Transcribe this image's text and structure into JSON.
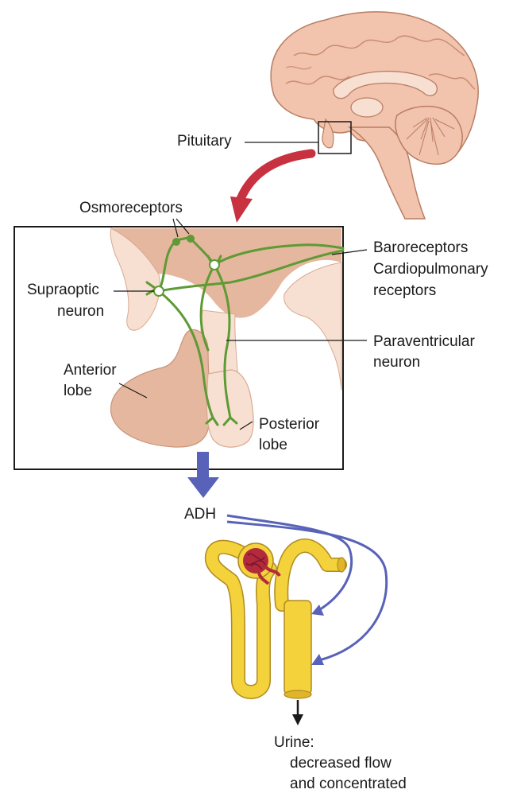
{
  "labels": {
    "pituitary": "Pituitary",
    "osmoreceptors": "Osmoreceptors",
    "baroreceptors": "Baroreceptors",
    "cardiopulmonary": "Cardiopulmonary",
    "receptors": "receptors",
    "supraoptic": "Supraoptic",
    "supraoptic_neuron": "neuron",
    "paraventricular": "Paraventricular",
    "paraventricular_neuron": "neuron",
    "anterior": "Anterior",
    "anterior_lobe": "lobe",
    "posterior": "Posterior",
    "posterior_lobe": "lobe",
    "adh": "ADH",
    "urine": "Urine:",
    "urine_flow": "decreased flow",
    "urine_conc": "and concentrated"
  },
  "colors": {
    "brain": "#f2c3ad",
    "brain_outline": "#b97d63",
    "neuron": "#5e9a35",
    "arrow_red": "#c8313f",
    "arrow_blue": "#5862b8",
    "kidney": "#f3d23c",
    "glomerulus": "#b22a3c"
  }
}
